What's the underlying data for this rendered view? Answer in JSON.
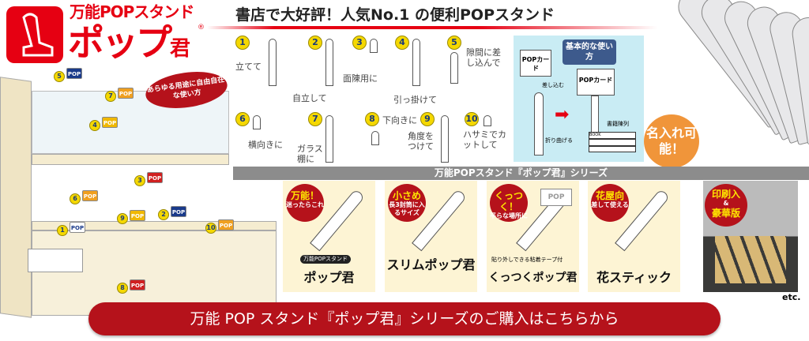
{
  "brand": {
    "subtitle": "万能POPスタンド",
    "name": "ポップ",
    "name_suffix": "君",
    "registered": "®"
  },
  "headline": "書店で大好評！人気No.1 の便利POPスタンド",
  "usages": [
    {
      "num": "1",
      "label": "立てて"
    },
    {
      "num": "2",
      "label": "自立して"
    },
    {
      "num": "3",
      "label": "面陳用に"
    },
    {
      "num": "4",
      "label": "引っ掛けて"
    },
    {
      "num": "5",
      "label": "隙間に差し込んで"
    },
    {
      "num": "6",
      "label": "横向きに"
    },
    {
      "num": "7",
      "label": "ガラス棚に"
    },
    {
      "num": "8",
      "label": "下向きに"
    },
    {
      "num": "9",
      "label": "角度をつけて"
    },
    {
      "num": "10",
      "label": "ハサミでカットして"
    }
  ],
  "basic": {
    "title": "基本的な使い方",
    "card": "POPカード",
    "insert": "差し込む",
    "fold": "折り曲げる",
    "books": "書籍陳列",
    "book": "BOOK"
  },
  "name_print": "名入れ可能！",
  "shelf": {
    "callout": "あらゆる用途に自由自在な使い方",
    "pop": "POP",
    "markers": [
      "5",
      "7",
      "4",
      "3",
      "6",
      "2",
      "9",
      "1",
      "10",
      "8"
    ]
  },
  "series": {
    "title": "万能POPスタンド『ポップ君』シリーズ",
    "products": [
      {
        "badge_main": "万能！",
        "badge_sub": "迷ったらこれ",
        "sub": "万能POPスタンド",
        "name": "ポップ君"
      },
      {
        "badge_main": "小さめ",
        "badge_sub": "長3封筒に入るサイズ",
        "name": "スリムポップ君"
      },
      {
        "badge_main": "くっつく！",
        "badge_sub": "平らな場所に",
        "note": "貼り外しできる粘着テープ付",
        "pop": "POP",
        "name": "くっつくポップ君"
      },
      {
        "badge_main": "花屋向",
        "badge_sub": "差して使える",
        "name": "花スティック"
      }
    ],
    "premium": {
      "badge_main": "印刷入",
      "badge_amp": "&",
      "badge_sub": "豪華版"
    },
    "etc": "etc."
  },
  "cta": "万能 POP スタンド『ポップ君』シリーズのご購入はこちらから",
  "colors": {
    "brand_red": "#e60012",
    "dark_red": "#b5121b",
    "number_yellow": "#f5d800",
    "accent_orange": "#f0953a",
    "panel_blue": "#c9ecf4",
    "card_cream": "#fdf4d4"
  }
}
